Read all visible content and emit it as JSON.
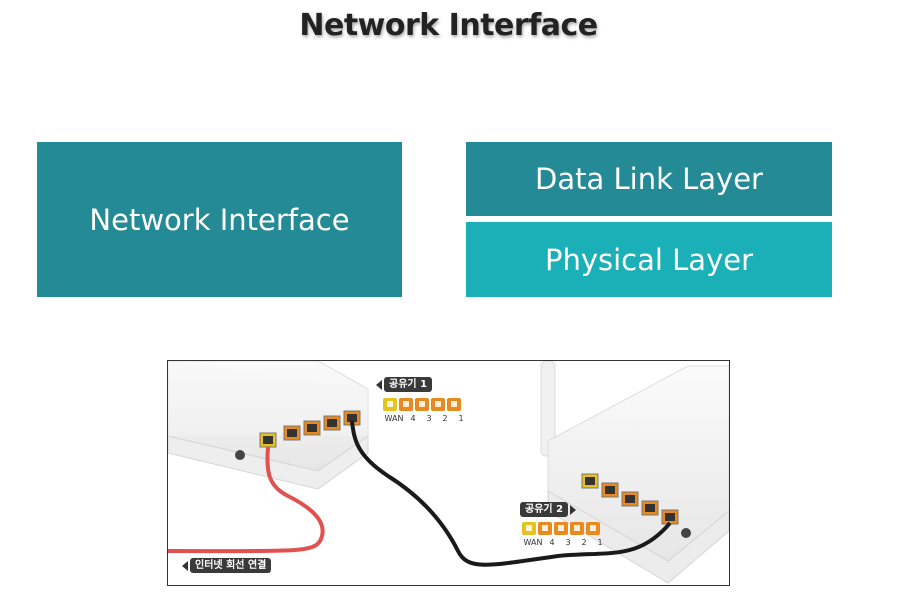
{
  "title": "Network Interface",
  "blocks": {
    "network_interface": "Network Interface",
    "data_link_layer": "Data Link Layer",
    "physical_layer": "Physical Layer"
  },
  "colors": {
    "network_interface_bg": "#248a96",
    "data_link_bg": "#248a96",
    "physical_bg": "#1bb0b8",
    "lan_cable": "#1a1a1a",
    "wan_cable": "#e0514f",
    "port_orange": "#e98a1f",
    "port_yellow": "#e6c21e"
  },
  "photo": {
    "router1_label": "공유기 1",
    "router2_label": "공유기 2",
    "internet_label": "인터넷 회선 연결",
    "port_labels": [
      "WAN",
      "4",
      "3",
      "2",
      "1"
    ]
  }
}
